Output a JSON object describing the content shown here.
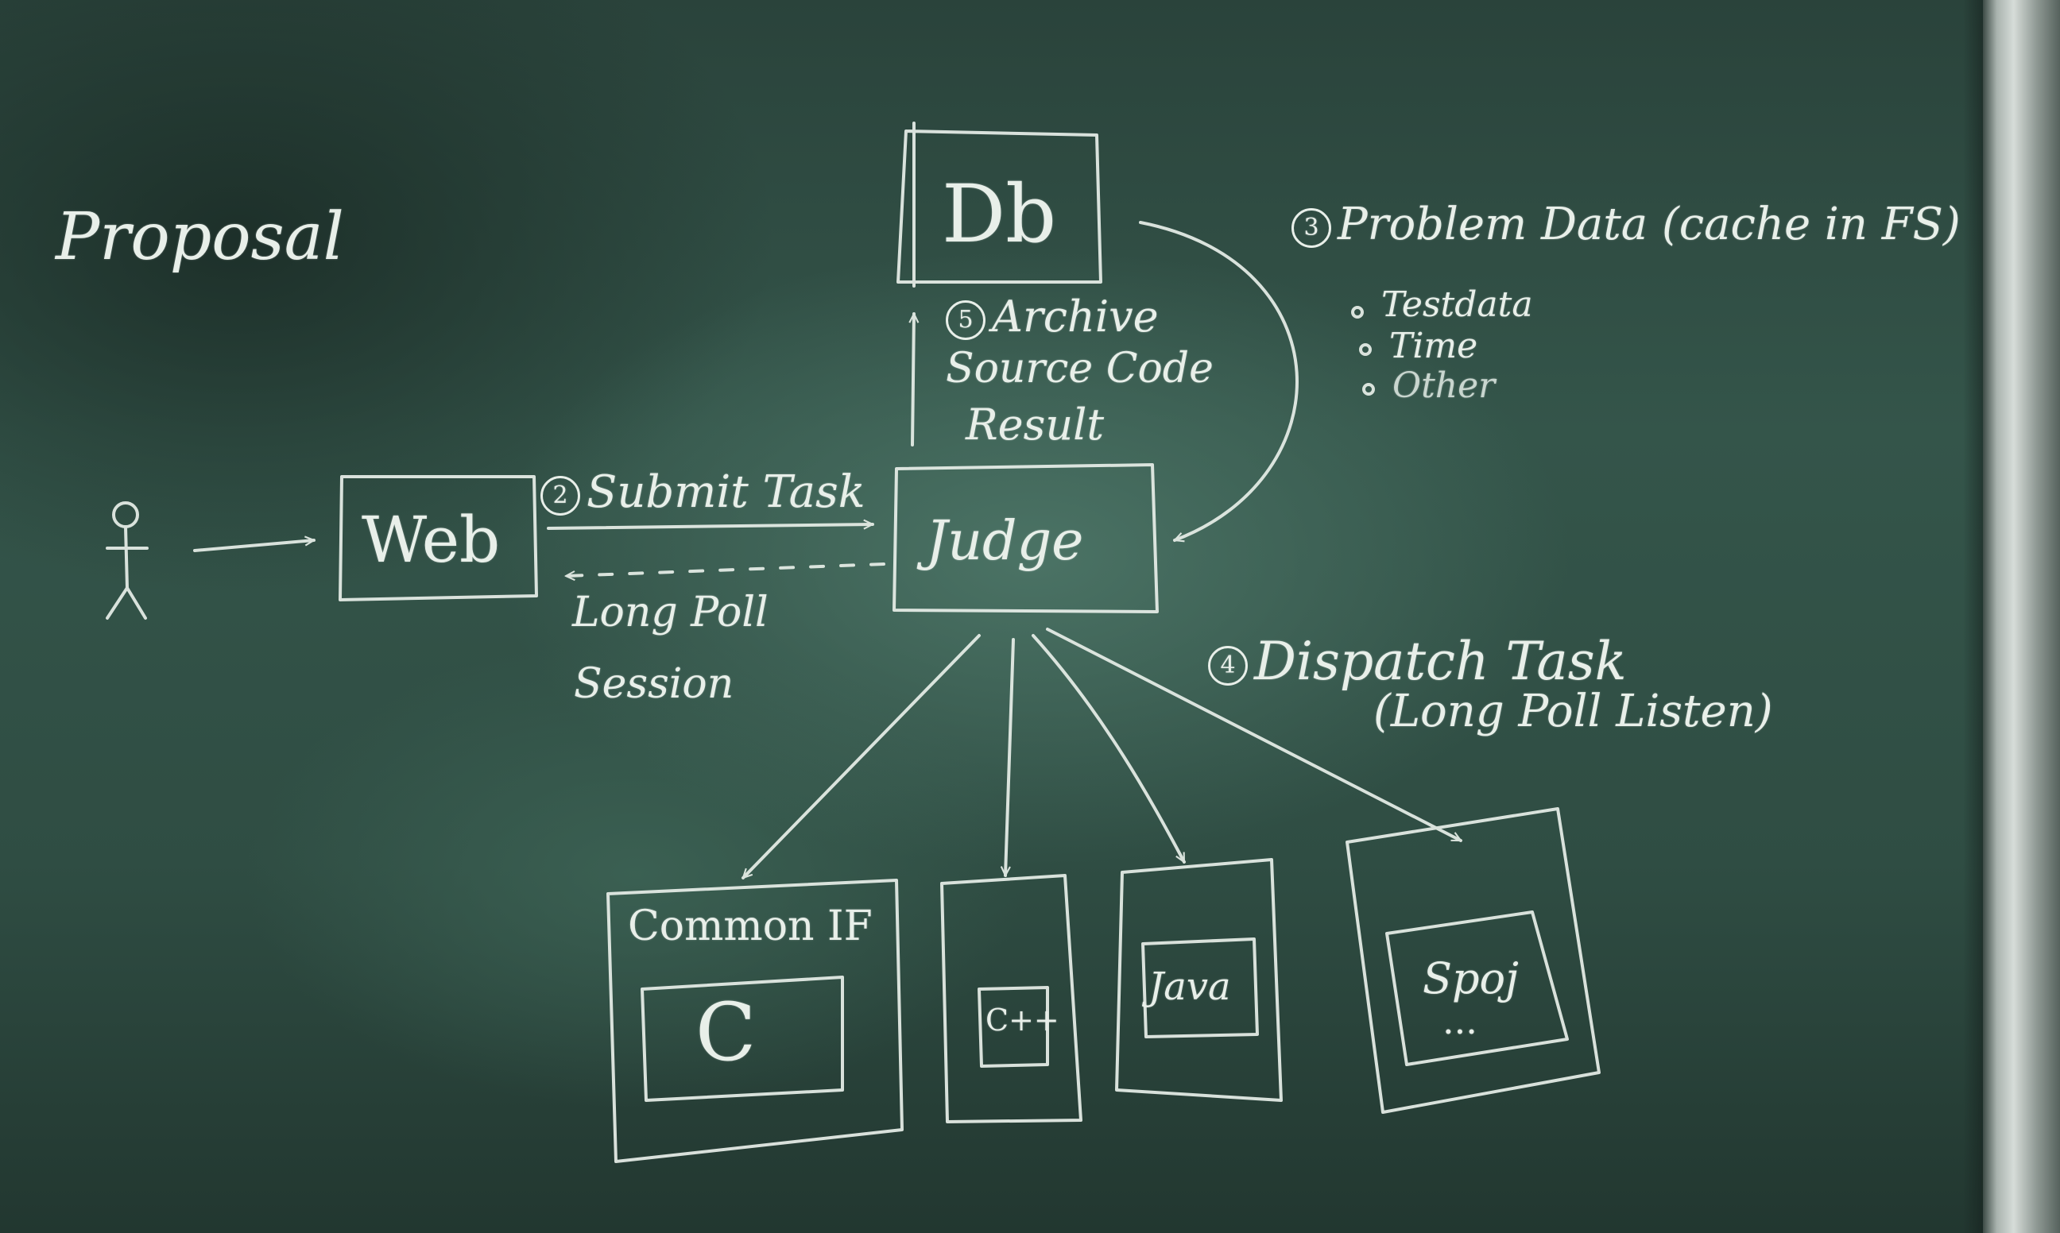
{
  "title": "Proposal",
  "nodes": {
    "db": "Db",
    "web": "Web",
    "judge": "Judge",
    "common_if": "Common IF",
    "c": "C",
    "cpp": "C++",
    "java": "Java",
    "spoj": "Spoj",
    "spoj_more": "..."
  },
  "steps": {
    "submit": {
      "num": "2",
      "label": "Submit Task"
    },
    "problem_data": {
      "num": "3",
      "label": "Problem Data (cache in FS)",
      "items": [
        "Testdata",
        "Time",
        "Other"
      ]
    },
    "dispatch": {
      "num": "4",
      "label": "Dispatch Task",
      "sub": "(Long Poll Listen)"
    },
    "archive": {
      "num": "5",
      "label": "Archive",
      "lines": [
        "Source Code",
        "Result"
      ]
    }
  },
  "long_poll": {
    "line1": "Long Poll",
    "line2": "Session"
  },
  "colors": {
    "board": "#34554a",
    "chalk": "#e8efe9",
    "frame": "#d6dcd8"
  }
}
